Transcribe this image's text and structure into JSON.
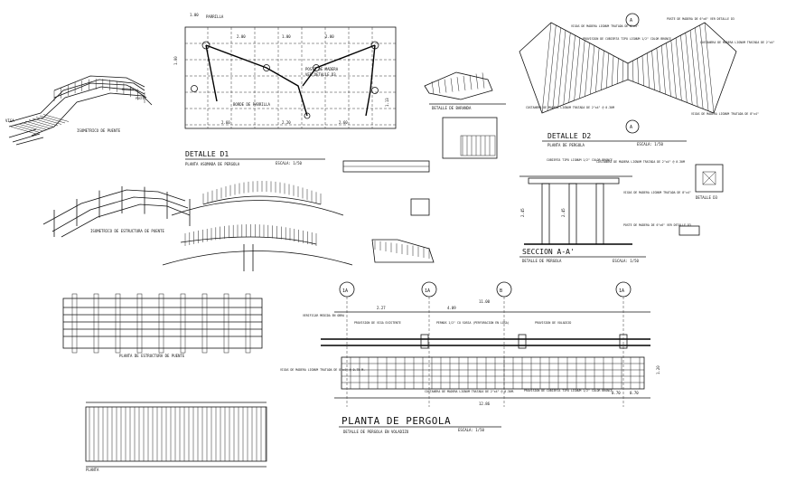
{
  "detalle_d1": {
    "title": "DETALLE D1",
    "subtitle": "PLANTA ASOMADA DE PERGOLA",
    "scale": "ESCALA: 1/50",
    "dims_top": [
      "1.00",
      "2.00",
      "1.00",
      "2.00"
    ],
    "dims_bottom": [
      "2.60",
      "2.20",
      "2.60"
    ],
    "dims_left": [
      "1.00"
    ],
    "dims_right": [
      "1.13"
    ],
    "labels": [
      "PARRILLA",
      "POSTE DE MADERA",
      "VER DETALLE D3",
      "BORDE DE PARRILLA"
    ]
  },
  "detalle_d2": {
    "title": "DETALLE D2",
    "subtitle": "PLANTA DE PERGOLA",
    "scale": "ESCALA: 1/50",
    "marker": "A",
    "labels": [
      "VIGAS DE MADERA LIGNUM TRATADA DE 8\"x4\"",
      "PROVISION DE CUBIERTA TIPO LIGNUM 1/2\" COLOR BRONCE",
      "POSTE DE MADERA DE 6\"x6\" VER DETALLE D3",
      "COSTANERA DE MADERA LIGNUM TRATADA DE 2\"x4\"",
      "COSTANERA DE MADERA LIGNUM TRATADA DE 2\"x4\" @ 0.30M",
      "VIGAS DE MADERA LIGNUM TRATADA DE 8\"x4\""
    ]
  },
  "seccion_aa": {
    "title": "SECCION A-A'",
    "subtitle": "DETALLE DE PERGOLA",
    "scale": "ESCALA: 1/50",
    "labels": [
      "CUBIERTA TIPO LIGNUM 1/2\" COLOR BRONCE",
      "COSTANERA DE MADERA LIGNUM TRATADA DE 2\"x4\" @ 0.30M",
      "VIGAS DE MADERA LIGNUM TRATADA DE 8\"x4\"",
      "POSTE DE MADERA DE 6\"x6\" VER DETALLE D3"
    ],
    "dims": [
      "2.45",
      "2.45"
    ]
  },
  "detalle_d3": {
    "title": "DETALLE D3"
  },
  "bridge_iso": {
    "caption": "ISOMETRICO DE PUENTE",
    "caption2": "ISOMETRICO DE ESTRUCTURA DE PUENTE"
  },
  "bridge_plan_struct": {
    "caption": "PLANTA DE ESTRUCTURA DE PUENTE"
  },
  "bridge_plan": {
    "caption": "PLANTA"
  },
  "planta_pergola": {
    "title": "PLANTA DE PERGOLA",
    "subtitle": "DETALLE DE PERGOLA EN VOLADIZO",
    "scale": "ESCALA: 1/50",
    "axes": [
      "1A",
      "1A",
      "B",
      "1A"
    ],
    "dims_top": [
      "2.27",
      "4.09",
      "11.00"
    ],
    "dim_bottom": "12.86",
    "dims_right": [
      "0.70",
      "0.70",
      "1.20"
    ],
    "labels": [
      "VERIFICAR MEDIDA EN OBRA",
      "PROVISION DE VIGA EXISTENTE",
      "PERNOS 1/2\" CO SOSSA (PERFORACION EN LOSA)",
      "PROVISION DE VOLADIZO",
      "VIGAS DE MADERA LIGNUM TRATADA DE 8\"x4\" @ 0.75 M.",
      "COSTANERA DE MADERA LIGNUM TRATADA DE 2\"x4\" @ 0.30M.",
      "PROVISION DE CUBIERTA TIPO LIGNUM 1/2\" COLOR BRONCE"
    ]
  },
  "detalle_banca": {
    "caption": "DETALLE DE BARANDA"
  }
}
